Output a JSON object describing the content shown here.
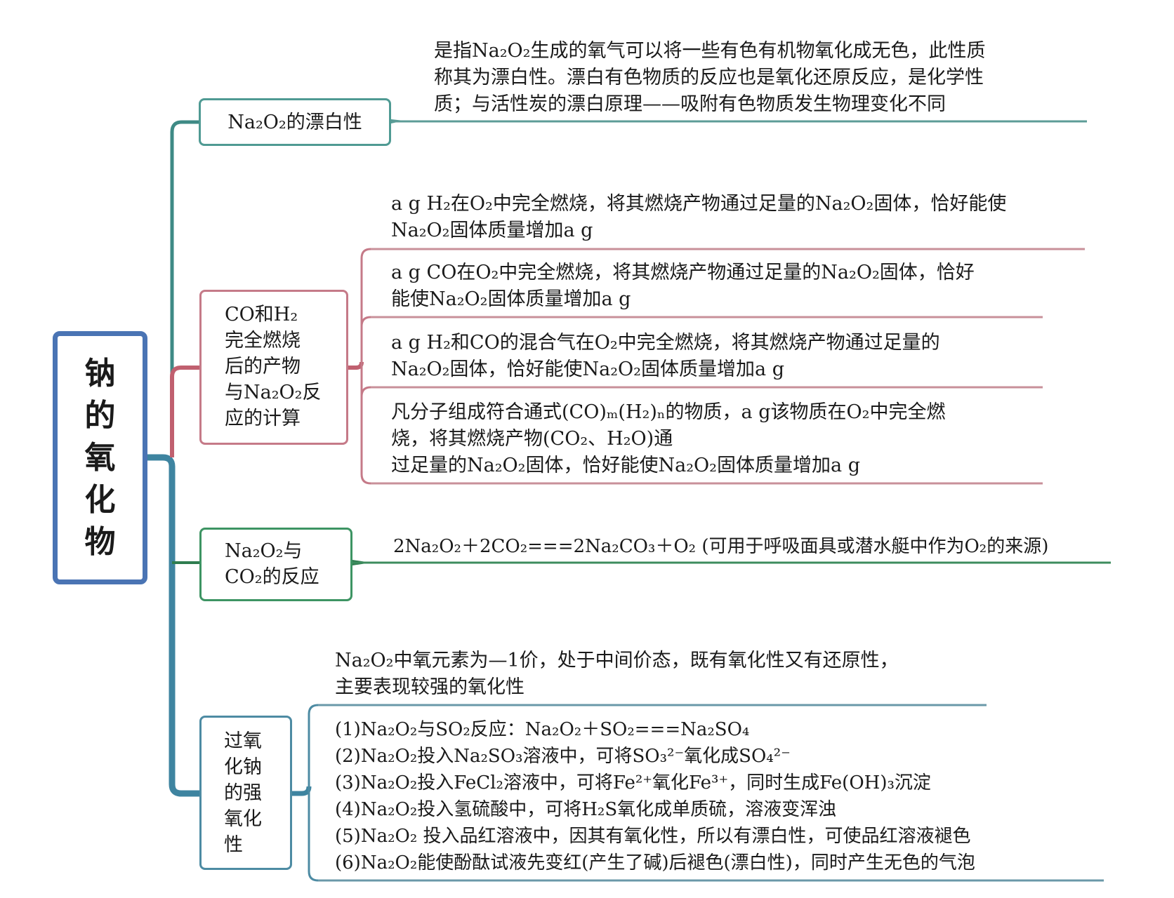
{
  "central_topic": {
    "title_chars": [
      "钠",
      "的",
      "氧",
      "化",
      "物"
    ],
    "title": "钠的氧化物",
    "border_color": "#4a74b4"
  },
  "branches": [
    {
      "id": "bleaching",
      "label": "Na₂O₂的漂白性",
      "color": "#4f9a93",
      "details": [
        {
          "lines": [
            "是指Na₂O₂生成的氧气可以将一些有色有机物氧化成无色，此性质",
            "称其为漂白性。漂白有色物质的反应也是氧化还原反应，是化学性",
            "质；与活性炭的漂白原理——吸附有色物质发生物理变化不同"
          ]
        }
      ]
    },
    {
      "id": "combustion-calc",
      "label_lines": [
        "CO和H₂",
        "完全燃烧",
        "后的产物",
        "与Na₂O₂反",
        "应的计算"
      ],
      "color": "#c57a88",
      "details": [
        {
          "lines": [
            "a g H₂在O₂中完全燃烧，将其燃烧产物通过足量的Na₂O₂固体，恰好能使",
            "Na₂O₂固体质量增加a g"
          ]
        },
        {
          "lines": [
            "a g CO在O₂中完全燃烧，将其燃烧产物通过足量的Na₂O₂固体，恰好",
            "能使Na₂O₂固体质量增加a g"
          ]
        },
        {
          "lines": [
            "a g H₂和CO的混合气在O₂中完全燃烧，将其燃烧产物通过足量的",
            "Na₂O₂固体，恰好能使Na₂O₂固体质量增加a g"
          ]
        },
        {
          "lines": [
            "凡分子组成符合通式(CO)ₘ(H₂)ₙ的物质，a g该物质在O₂中完全燃",
            "烧，将其燃烧产物(CO₂、H₂O)通",
            "过足量的Na₂O₂固体，恰好能使Na₂O₂固体质量增加a g"
          ]
        }
      ]
    },
    {
      "id": "co2-reaction",
      "label_lines": [
        "Na₂O₂与",
        "CO₂的反应"
      ],
      "color": "#3d9463",
      "details": [
        {
          "lines": [
            "2Na₂O₂＋2CO₂===2Na₂CO₃＋O₂  (可用于呼吸面具或潜水艇中作为O₂的来源)"
          ]
        }
      ]
    },
    {
      "id": "strong-oxidizing",
      "label_lines": [
        "过氧",
        "化钠",
        "的强",
        "氧化",
        "性"
      ],
      "color": "#4d8ba3",
      "details": [
        {
          "lines": [
            "Na₂O₂中氧元素为—1价，处于中间价态，既有氧化性又有还原性，",
            "主要表现较强的氧化性"
          ]
        },
        {
          "lines": [
            "(1)Na₂O₂与SO₂反应：Na₂O₂＋SO₂===Na₂SO₄",
            "(2)Na₂O₂投入Na₂SO₃溶液中，可将SO₃²⁻氧化成SO₄²⁻",
            "(3)Na₂O₂投入FeCl₂溶液中，可将Fe²⁺氧化Fe³⁺，同时生成Fe(OH)₃沉淀",
            "(4)Na₂O₂投入氢硫酸中，可将H₂S氧化成单质硫，溶液变浑浊",
            "(5)Na₂O₂ 投入品红溶液中，因其有氧化性，所以有漂白性，可使品红溶液褪色",
            "(6)Na₂O₂能使酚酞试液先变红(产生了碱)后褪色(漂白性)，同时产生无色的气泡"
          ]
        }
      ]
    }
  ]
}
